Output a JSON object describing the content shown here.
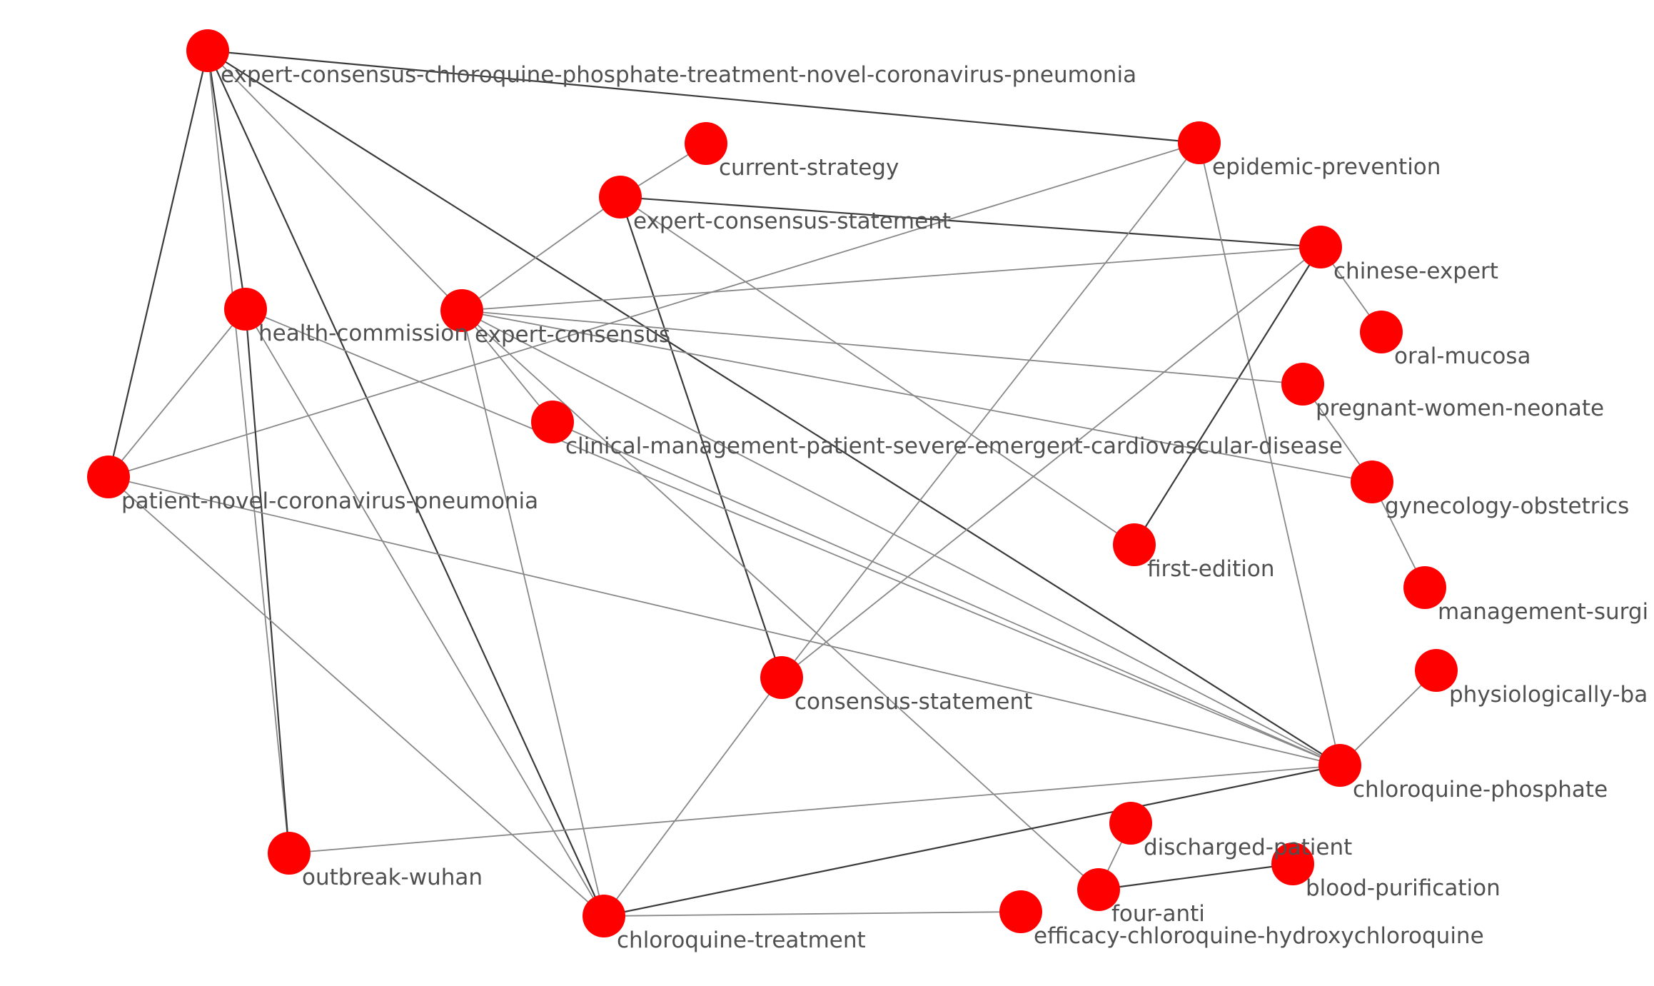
{
  "graph": {
    "colors": {
      "background": "#ffffff",
      "node": "#ff0000",
      "edge_dark": "#3a3a3a",
      "edge_light": "#888888",
      "label": "#505050"
    },
    "nodes": [
      {
        "id": "n_expert_cq_phosphate",
        "label": "expert-consensus-chloroquine-phosphate-treatment-novel-coronavirus-pneumonia"
      },
      {
        "id": "n_current_strategy",
        "label": "current-strategy"
      },
      {
        "id": "n_epidemic_prevention",
        "label": "epidemic-prevention"
      },
      {
        "id": "n_expert_consensus_statement",
        "label": "expert-consensus-statement"
      },
      {
        "id": "n_chinese_expert",
        "label": "chinese-expert"
      },
      {
        "id": "n_oral_mucosa",
        "label": "oral-mucosa"
      },
      {
        "id": "n_health_commission",
        "label": "health-commission"
      },
      {
        "id": "n_expert_consensus",
        "label": "expert-consensus"
      },
      {
        "id": "n_pregnant_women",
        "label": "pregnant-women-neonate"
      },
      {
        "id": "n_clinical_management",
        "label": "clinical-management-patient-severe-emergent-cardiovascular-disease"
      },
      {
        "id": "n_patient_ncp",
        "label": "patient-novel-coronavirus-pneumonia"
      },
      {
        "id": "n_gynecology",
        "label": "gynecology-obstetrics"
      },
      {
        "id": "n_first_edition",
        "label": "first-edition"
      },
      {
        "id": "n_management_surgi",
        "label": "management-surgi"
      },
      {
        "id": "n_physiologically",
        "label": "physiologically-ba"
      },
      {
        "id": "n_consensus_statement",
        "label": "consensus-statement"
      },
      {
        "id": "n_cq_phosphate",
        "label": "chloroquine-phosphate"
      },
      {
        "id": "n_discharged_patient",
        "label": "discharged-patient"
      },
      {
        "id": "n_blood_purification",
        "label": "blood-purification"
      },
      {
        "id": "n_outbreak_wuhan",
        "label": "outbreak-wuhan"
      },
      {
        "id": "n_four_anti",
        "label": "four-anti"
      },
      {
        "id": "n_cq_treatment",
        "label": "chloroquine-treatment"
      },
      {
        "id": "n_efficacy_cq",
        "label": "efficacy-chloroquine-hydroxychloroquine"
      }
    ],
    "edges": [
      [
        "n_expert_cq_phosphate",
        "n_epidemic_prevention"
      ],
      [
        "n_expert_cq_phosphate",
        "n_health_commission"
      ],
      [
        "n_expert_cq_phosphate",
        "n_expert_consensus"
      ],
      [
        "n_expert_cq_phosphate",
        "n_patient_ncp"
      ],
      [
        "n_expert_cq_phosphate",
        "n_outbreak_wuhan"
      ],
      [
        "n_expert_cq_phosphate",
        "n_cq_treatment"
      ],
      [
        "n_expert_cq_phosphate",
        "n_cq_phosphate"
      ],
      [
        "n_current_strategy",
        "n_expert_consensus_statement"
      ],
      [
        "n_expert_consensus_statement",
        "n_chinese_expert"
      ],
      [
        "n_expert_consensus_statement",
        "n_expert_consensus"
      ],
      [
        "n_expert_consensus_statement",
        "n_consensus_statement"
      ],
      [
        "n_expert_consensus_statement",
        "n_first_edition"
      ],
      [
        "n_epidemic_prevention",
        "n_patient_ncp"
      ],
      [
        "n_epidemic_prevention",
        "n_consensus_statement"
      ],
      [
        "n_epidemic_prevention",
        "n_cq_phosphate"
      ],
      [
        "n_chinese_expert",
        "n_oral_mucosa"
      ],
      [
        "n_chinese_expert",
        "n_expert_consensus"
      ],
      [
        "n_chinese_expert",
        "n_first_edition"
      ],
      [
        "n_chinese_expert",
        "n_consensus_statement"
      ],
      [
        "n_health_commission",
        "n_patient_ncp"
      ],
      [
        "n_health_commission",
        "n_outbreak_wuhan"
      ],
      [
        "n_health_commission",
        "n_cq_treatment"
      ],
      [
        "n_health_commission",
        "n_cq_phosphate"
      ],
      [
        "n_expert_consensus",
        "n_clinical_management"
      ],
      [
        "n_expert_consensus",
        "n_pregnant_women"
      ],
      [
        "n_expert_consensus",
        "n_gynecology"
      ],
      [
        "n_expert_consensus",
        "n_cq_treatment"
      ],
      [
        "n_expert_consensus",
        "n_cq_phosphate"
      ],
      [
        "n_expert_consensus",
        "n_four_anti"
      ],
      [
        "n_clinical_management",
        "n_cq_phosphate"
      ],
      [
        "n_pregnant_women",
        "n_gynecology"
      ],
      [
        "n_gynecology",
        "n_management_surgi"
      ],
      [
        "n_patient_ncp",
        "n_cq_phosphate"
      ],
      [
        "n_patient_ncp",
        "n_cq_treatment"
      ],
      [
        "n_consensus_statement",
        "n_cq_treatment"
      ],
      [
        "n_cq_phosphate",
        "n_physiologically"
      ],
      [
        "n_cq_phosphate",
        "n_outbreak_wuhan"
      ],
      [
        "n_cq_phosphate",
        "n_cq_treatment"
      ],
      [
        "n_discharged_patient",
        "n_four_anti"
      ],
      [
        "n_four_anti",
        "n_blood_purification"
      ],
      [
        "n_cq_treatment",
        "n_efficacy_cq"
      ]
    ]
  }
}
